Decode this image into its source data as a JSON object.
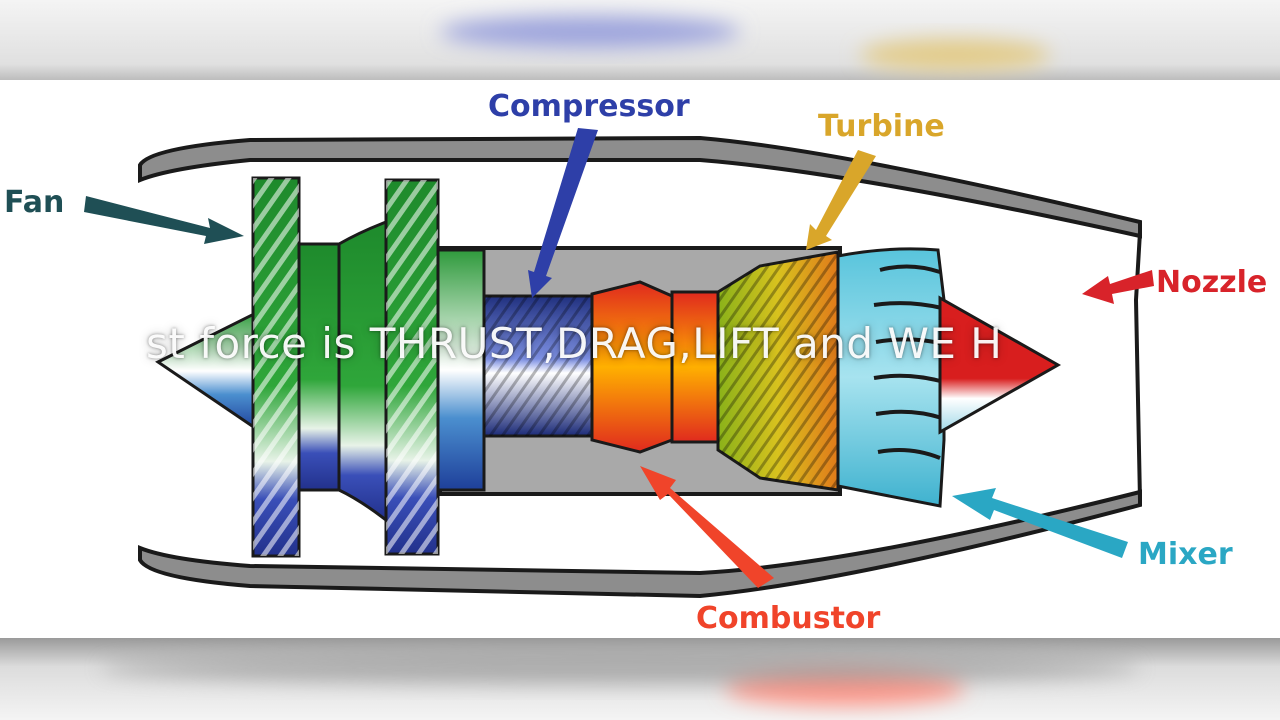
{
  "diagram": {
    "labels": {
      "fan": "Fan",
      "compressor": "Compressor",
      "turbine": "Turbine",
      "nozzle": "Nozzle",
      "mixer": "Mixer",
      "combustor": "Combustor"
    },
    "colors": {
      "fan": "#1f4f55",
      "compressor": "#2e3fa8",
      "turbine": "#d9a62a",
      "nozzle": "#d8232a",
      "mixer": "#2aa7c4",
      "combustor": "#f0442a"
    }
  },
  "overlay": {
    "caption": "st force is THRUST,DRAG,LIFT and WE  H"
  }
}
